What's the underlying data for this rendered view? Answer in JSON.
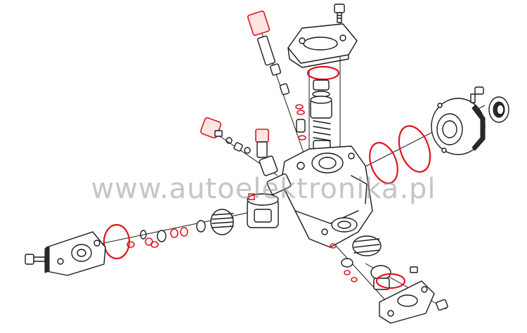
{
  "watermark": {
    "text": "www.autoelektronika.pl",
    "color": "#969696"
  },
  "colors": {
    "line": "#1a1a1a",
    "seal_highlight": "#e0141e",
    "background": "#ffffff"
  },
  "figure": {
    "kind": "exploded-view-diagram",
    "depicts": "high-pressure fuel pump with highlighted seals and o-rings"
  }
}
